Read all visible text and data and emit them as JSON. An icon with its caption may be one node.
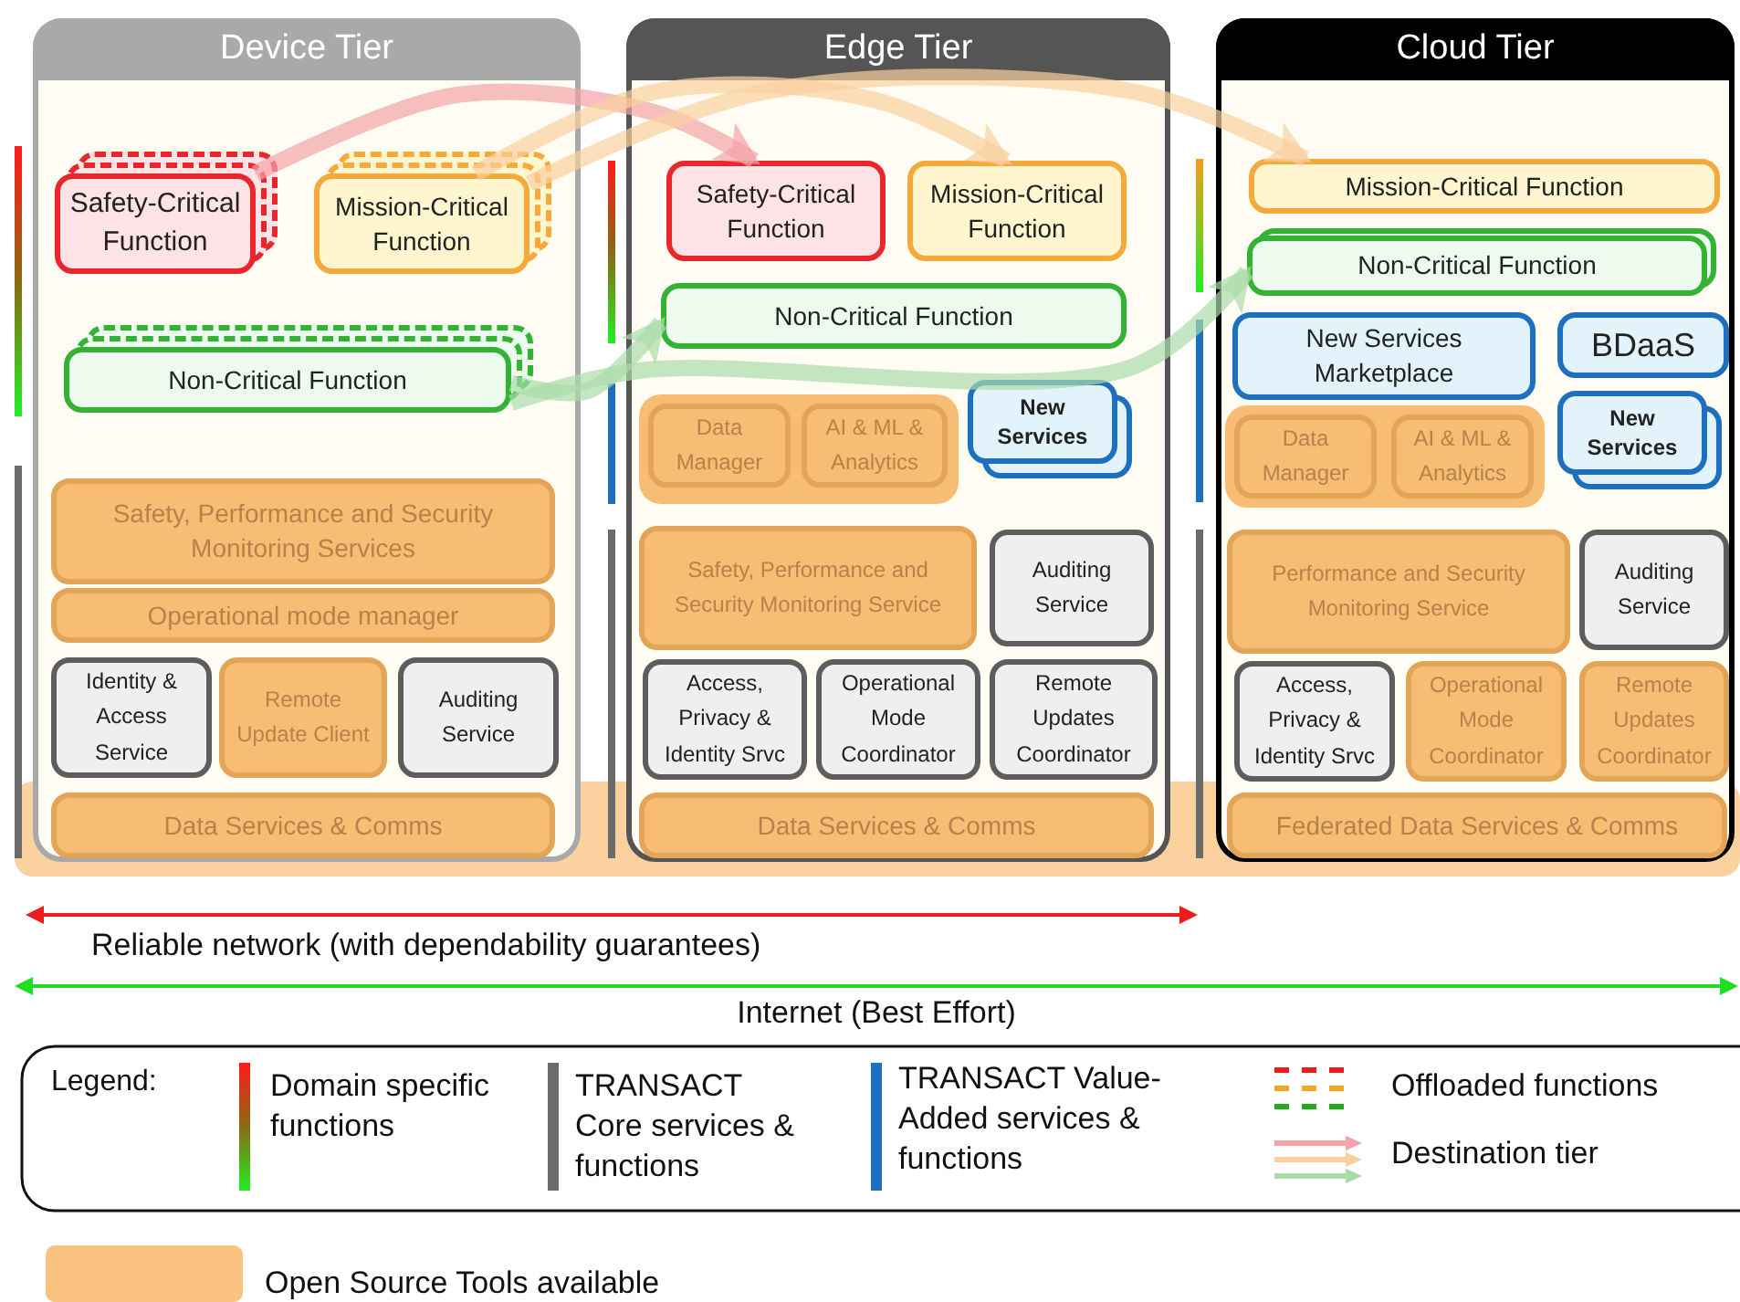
{
  "diagram": {
    "nodes": [
      {
        "text": [
          "Device Tier"
        ]
      },
      {
        "text": [
          "Safety-Critical Function"
        ],
        "in": 0
      },
      {
        "text": [
          "Mission-Critical Function"
        ],
        "in": 0
      },
      {
        "text": [
          "Non-Critical Function"
        ],
        "in": 0
      },
      {
        "text": [
          "Safety, Performance and Security Monitoring Services"
        ],
        "in": 0
      },
      {
        "text": [
          "Operational mode manager"
        ],
        "in": 0
      },
      {
        "text": [
          "Identity & Access Service"
        ],
        "in": 0
      },
      {
        "text": [
          "Remote Update Client"
        ],
        "in": 0
      },
      {
        "text": [
          "Auditing Service"
        ],
        "in": 0
      },
      {
        "text": [
          "Data Services & Comms"
        ],
        "in": 0
      },
      {
        "text": [
          "Edge Tier"
        ]
      },
      {
        "text": [
          "Safety-Critical Function"
        ],
        "in": 10
      },
      {
        "text": [
          "Mission-Critical Function"
        ],
        "in": 10
      },
      {
        "text": [
          "Non-Critical Function"
        ],
        "in": 10
      },
      {
        "text": [
          "Data Manager"
        ],
        "in": 10
      },
      {
        "text": [
          "AI & ML & Analytics"
        ],
        "in": 10
      },
      {
        "text": [
          "New Services"
        ],
        "in": 10
      },
      {
        "text": [
          "Safety, Performance and Security Monitoring Service"
        ],
        "in": 10
      },
      {
        "text": [
          "Auditing Service"
        ],
        "in": 10
      },
      {
        "text": [
          "Access, Privacy & Identity Srvc"
        ],
        "in": 10
      },
      {
        "text": [
          "Operational Mode Coordinator"
        ],
        "in": 10
      },
      {
        "text": [
          "Remote Updates Coordinator"
        ],
        "in": 10
      },
      {
        "text": [
          "Data Services & Comms"
        ],
        "in": 10
      },
      {
        "text": [
          "Cloud Tier"
        ]
      },
      {
        "text": [
          "Mission-Critical Function"
        ],
        "in": 23
      },
      {
        "text": [
          "Non-Critical Function"
        ],
        "in": 23
      },
      {
        "text": [
          "New Services Marketplace"
        ],
        "in": 23
      },
      {
        "text": [
          "BDaaS"
        ],
        "in": 23
      },
      {
        "text": [
          "Data Manager"
        ],
        "in": 23
      },
      {
        "text": [
          "AI & ML & Analytics"
        ],
        "in": 23
      },
      {
        "text": [
          "New Services"
        ],
        "in": 23
      },
      {
        "text": [
          "Performance and Security Monitoring Service"
        ],
        "in": 23
      },
      {
        "text": [
          "Auditing Service"
        ],
        "in": 23
      },
      {
        "text": [
          "Access, Privacy & Identity Srvc"
        ],
        "in": 23
      },
      {
        "text": [
          "Operational Mode Coordinator"
        ],
        "in": 23
      },
      {
        "text": [
          "Remote Updates Coordinator"
        ],
        "in": 23
      },
      {
        "text": [
          "Federated Data Services & Comms"
        ],
        "in": 23
      }
    ],
    "edges": [
      {
        "from": 1,
        "to": 11,
        "arrow": "to",
        "color": "#f4a3a6"
      },
      {
        "from": 2,
        "to": 12,
        "arrow": "to",
        "color": "#f9d09e"
      },
      {
        "from": 2,
        "to": 24,
        "arrow": "to",
        "color": "#f9d09e"
      },
      {
        "from": 3,
        "to": 13,
        "arrow": "to",
        "color": "#aadcaa"
      },
      {
        "from": 3,
        "to": 25,
        "arrow": "to",
        "color": "#aadcaa"
      }
    ],
    "labels": [
      "Reliable network (with dependability guarantees)",
      "Internet (Best Effort)",
      "Legend:"
    ],
    "legend": [
      {
        "text": "Domain specific functions"
      },
      {
        "text": "TRANSACT Core services & functions",
        "color": "#6b6b6b"
      },
      {
        "text": "TRANSACT Value-Added services & functions",
        "color": "#1f6fbf"
      },
      {
        "text": "Offloaded functions"
      },
      {
        "text": "Destination tier"
      },
      {
        "text": "Open Source Tools available",
        "color": "#f9c27f"
      }
    ]
  }
}
